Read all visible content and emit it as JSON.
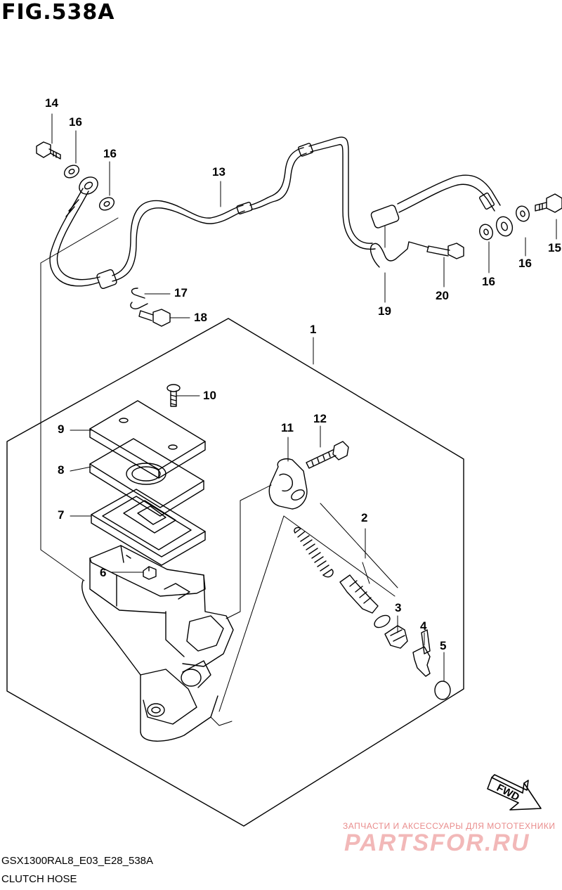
{
  "figure": {
    "title": "FIG.538A",
    "code": "GSX1300RAL8_E03_E28_538A",
    "name": "CLUTCH HOSE",
    "direction_label": "FWD"
  },
  "callouts": {
    "p1": "1",
    "p2": "2",
    "p3": "3",
    "p4": "4",
    "p5": "5",
    "p6": "6",
    "p7": "7",
    "p8": "8",
    "p9": "9",
    "p10": "10",
    "p11": "11",
    "p12": "12",
    "p13": "13",
    "p14": "14",
    "p15": "15",
    "p16a": "16",
    "p16b": "16",
    "p16c": "16",
    "p16d": "16",
    "p17": "17",
    "p18": "18",
    "p19": "19",
    "p20": "20"
  },
  "watermark": {
    "tagline": "ЗАПЧАСТИ И АКСЕССУАРЫ ДЛЯ МОТОТЕХНИКИ",
    "brand": "PARTSFOR.RU"
  }
}
